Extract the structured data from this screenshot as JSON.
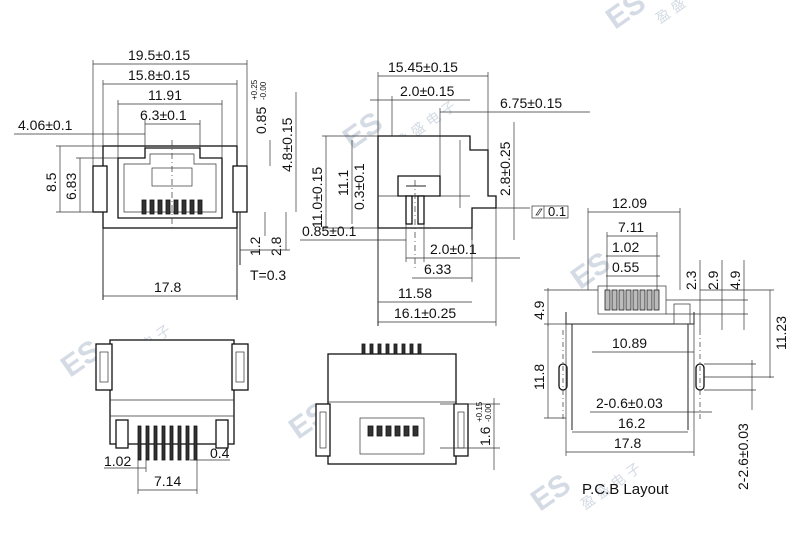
{
  "watermark": {
    "latin": "ES",
    "chinese": "盈 盛 电 子"
  },
  "front_view": {
    "width_overall": "19.5±0.15",
    "width_body": "15.8±0.15",
    "width_inner": "11.91",
    "opening": "6.3±0.1",
    "left_offset": "4.06±0.1",
    "top_tol": "0.85",
    "top_tol_upper": "+0.25",
    "top_tol_lower": "-0.00",
    "step_height": "4.8±0.15",
    "height_total": "8.5",
    "height_body": "6.83",
    "pin_len_1": "1.2",
    "pin_len_2": "2.8",
    "thickness": "T=0.3",
    "base_width": "17.8"
  },
  "side_view": {
    "depth_overall": "15.45±0.15",
    "top_step": "2.0±0.15",
    "right_offset": "6.75±0.15",
    "height_overall": "11.0±0.15",
    "height_body": "11.1",
    "tab": "0.3±0.1",
    "right_height": "2.8±0.25",
    "flatness": "0.1",
    "post_offset": "0.85±0.1",
    "post_spacing": "2.0±0.1",
    "post_pos": "6.33",
    "inner_depth": "11.58",
    "base_depth": "16.1±0.25"
  },
  "pcb_layout": {
    "width_pads": "12.09",
    "pitch_span": "7.11",
    "pitch": "1.02",
    "pad_width": "0.55",
    "row_1": "2.3",
    "row_2": "2.9",
    "row_3": "4.9",
    "left_height": "4.9",
    "slot_span": "10.89",
    "slot_height": "11.23",
    "overall_height": "11.8",
    "slot_width": "2-0.6±0.03",
    "inner_width": "16.2",
    "outer_width": "17.8",
    "slot_length": "2-2.6±0.03",
    "title": "P.C.B Layout"
  },
  "bottom_view_left": {
    "pin_pitch": "1.02",
    "pin_thk": "0.4",
    "pin_span": "7.14"
  },
  "bottom_view_right": {
    "dim": "1.6",
    "tol_upper": "+0.15",
    "tol_lower": "-0.00"
  }
}
